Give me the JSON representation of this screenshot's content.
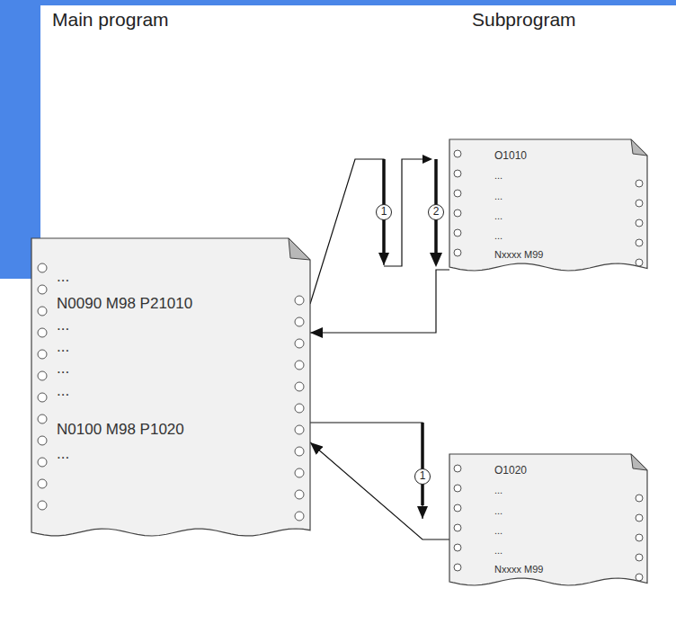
{
  "diagram": {
    "nodes": [
      {
        "text": [
          "...",
          "N0090 M98 P21010",
          "...",
          "...",
          "...",
          "...",
          "N0100 M98 P1020",
          "..."
        ]
      },
      {
        "text": [
          "O1010",
          "...",
          "...",
          "...",
          "...",
          "Nxxxx M99"
        ]
      },
      {
        "text": [
          "O1020",
          "...",
          "...",
          "...",
          "...",
          "Nxxxx M99"
        ]
      }
    ],
    "edges": [
      {
        "from": 0,
        "to": 1,
        "arrow": "to"
      },
      {
        "from": 1,
        "to": 0,
        "arrow": "to"
      },
      {
        "from": 0,
        "to": 2,
        "arrow": "to"
      },
      {
        "from": 2,
        "to": 0,
        "arrow": "to"
      }
    ],
    "labels": [
      "Main program",
      "Subprogram",
      "1",
      "2",
      "1"
    ]
  }
}
